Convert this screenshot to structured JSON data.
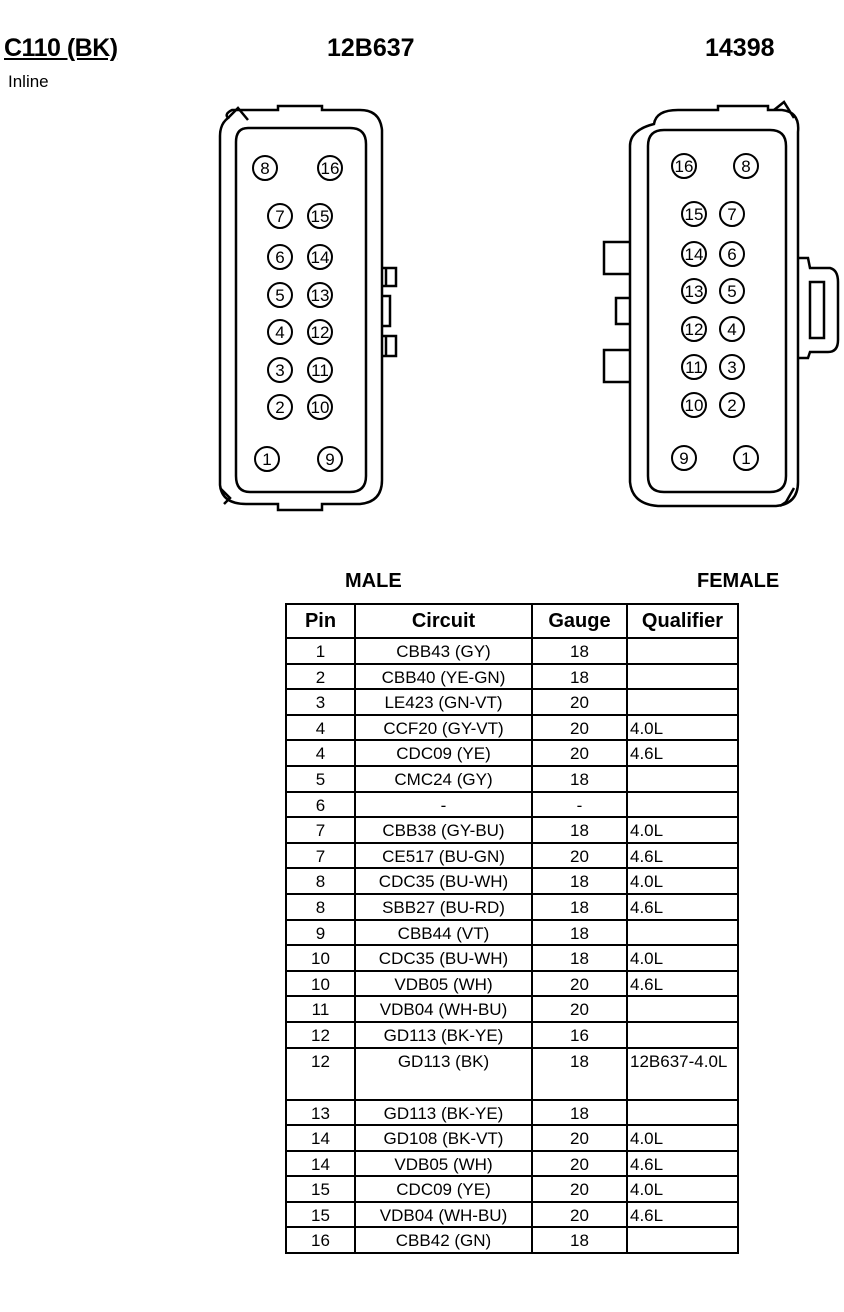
{
  "header": {
    "connector_id": "C110 (BK)",
    "connector_type": "Inline",
    "part_number_male": "12B637",
    "part_number_female": "14398"
  },
  "labels": {
    "male": "MALE",
    "female": "FEMALE"
  },
  "male_pins": [
    "8",
    "16",
    "7",
    "15",
    "6",
    "14",
    "5",
    "13",
    "4",
    "12",
    "3",
    "11",
    "2",
    "10",
    "1",
    "9"
  ],
  "female_pins": [
    "16",
    "8",
    "15",
    "7",
    "14",
    "6",
    "13",
    "5",
    "12",
    "4",
    "11",
    "3",
    "10",
    "2",
    "9",
    "1"
  ],
  "table": {
    "headers": [
      "Pin",
      "Circuit",
      "Gauge",
      "Qualifier"
    ],
    "rows": [
      [
        "1",
        "CBB43 (GY)",
        "18",
        ""
      ],
      [
        "2",
        "CBB40 (YE-GN)",
        "18",
        ""
      ],
      [
        "3",
        "LE423 (GN-VT)",
        "20",
        ""
      ],
      [
        "4",
        "CCF20 (GY-VT)",
        "20",
        "4.0L"
      ],
      [
        "4",
        "CDC09 (YE)",
        "20",
        "4.6L"
      ],
      [
        "5",
        "CMC24 (GY)",
        "18",
        ""
      ],
      [
        "6",
        "-",
        "-",
        ""
      ],
      [
        "7",
        "CBB38 (GY-BU)",
        "18",
        "4.0L"
      ],
      [
        "7",
        "CE517 (BU-GN)",
        "20",
        "4.6L"
      ],
      [
        "8",
        "CDC35 (BU-WH)",
        "18",
        "4.0L"
      ],
      [
        "8",
        "SBB27 (BU-RD)",
        "18",
        "4.6L"
      ],
      [
        "9",
        "CBB44 (VT)",
        "18",
        ""
      ],
      [
        "10",
        "CDC35 (BU-WH)",
        "18",
        "4.0L"
      ],
      [
        "10",
        "VDB05 (WH)",
        "20",
        "4.6L"
      ],
      [
        "11",
        "VDB04 (WH-BU)",
        "20",
        ""
      ],
      [
        "12",
        "GD113 (BK-YE)",
        "16",
        ""
      ],
      [
        "12",
        "GD113 (BK)",
        "18",
        "12B637-4.0L"
      ],
      [
        "13",
        "GD113 (BK-YE)",
        "18",
        ""
      ],
      [
        "14",
        "GD108 (BK-VT)",
        "20",
        "4.0L"
      ],
      [
        "14",
        "VDB05 (WH)",
        "20",
        "4.6L"
      ],
      [
        "15",
        "CDC09 (YE)",
        "20",
        "4.0L"
      ],
      [
        "15",
        "VDB04 (WH-BU)",
        "20",
        "4.6L"
      ],
      [
        "16",
        "CBB42 (GN)",
        "18",
        ""
      ]
    ]
  }
}
